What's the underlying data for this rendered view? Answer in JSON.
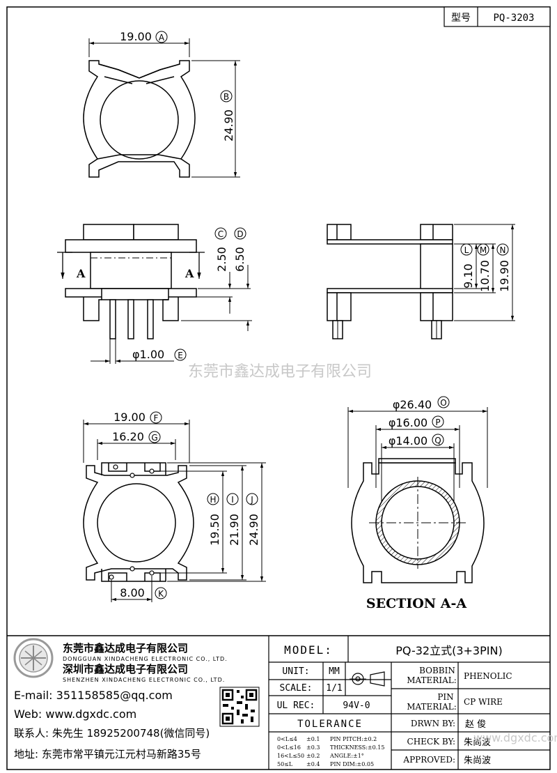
{
  "header": {
    "model_label": "型号",
    "model_code": "PQ-3203"
  },
  "watermark": "东莞市鑫达成电子有限公司",
  "dims": {
    "top_width": "19.00",
    "top_width_tag": "A",
    "top_height": "24.90",
    "top_height_tag": "B",
    "side_c": "2.50",
    "side_c_tag": "C",
    "side_d": "6.50",
    "side_d_tag": "D",
    "pin_dia": "φ1.00",
    "pin_dia_tag": "E",
    "section_letter_left": "A",
    "section_letter_right": "A",
    "right_l": "9.10",
    "right_l_tag": "L",
    "right_m": "10.70",
    "right_m_tag": "M",
    "right_n": "19.90",
    "right_n_tag": "N",
    "bot_f": "19.00",
    "bot_f_tag": "F",
    "bot_g": "16.20",
    "bot_g_tag": "G",
    "bot_h": "19.50",
    "bot_h_tag": "H",
    "bot_i": "21.90",
    "bot_i_tag": "I",
    "bot_j": "24.90",
    "bot_j_tag": "J",
    "bot_k": "8.00",
    "bot_k_tag": "K",
    "sec_o": "φ26.40",
    "sec_o_tag": "O",
    "sec_p": "φ16.00",
    "sec_p_tag": "P",
    "sec_q": "φ14.00",
    "sec_q_tag": "Q",
    "section_title": "SECTION A-A"
  },
  "company": {
    "name_cn": "东莞市鑫达成电子有限公司",
    "name_en": "DONGGUAN XINDACHENG ELECTRONIC CO., LTD.",
    "name2_cn": "深圳市鑫达成电子有限公司",
    "name2_en": "SHENZHEN XINDACHENG ELECTRONIC CO., LTD.",
    "email": "E-mail: 351158585@qq.com",
    "web": "Web: www.dgxdc.com",
    "contact": "联系人: 朱先生 18925200748(微信同号)",
    "address": "地址: 东莞市常平镇元江元村马新路35号"
  },
  "titleblock": {
    "model_label": "MODEL:",
    "model_value": "PQ-32立式(3+3PIN)",
    "unit_label": "UNIT:",
    "unit_value": "MM",
    "scale_label": "SCALE:",
    "scale_value": "1/1",
    "ul_label": "UL REC:",
    "ul_value": "94V-0",
    "tolerance_label": "TOLERANCE",
    "tol_rows": [
      {
        "range": "0<L≤4",
        "tol": "±0.1",
        "spec": "PIN PITCH:±0.2"
      },
      {
        "range": "0<L≤16",
        "tol": "±0.3",
        "spec": "THICKNESS:±0.15"
      },
      {
        "range": "16<L≤50",
        "tol": "±0.2",
        "spec": "ANGLE:±1°"
      },
      {
        "range": "50≤L",
        "tol": "±0.4",
        "spec": "PIN DIM:±0.05"
      }
    ],
    "bobbin_label_1": "BOBBIN",
    "bobbin_label_2": "MATERIAL:",
    "bobbin_value": "PHENOLIC",
    "pin_label_1": "PIN",
    "pin_label_2": "MATERIAL:",
    "pin_value": "CP WIRE",
    "drawn_label": "DRWN BY:",
    "drawn_value": "赵 俊",
    "check_label": "CHECK BY:",
    "check_value": "朱尚波",
    "approved_label": "APPROVED:",
    "approved_value": "朱尚波",
    "site_watermark": "www.dgxdc.com"
  }
}
